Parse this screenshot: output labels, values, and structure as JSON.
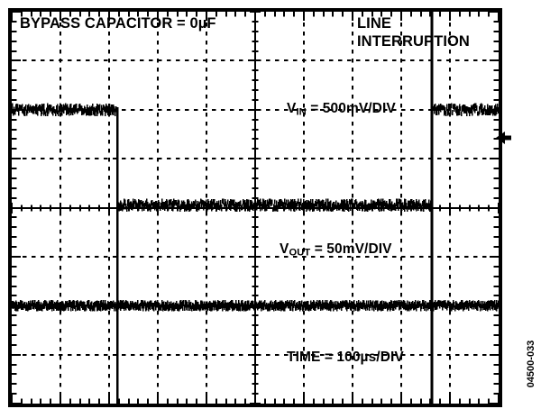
{
  "figure": {
    "id_label": "04500-033",
    "title_left": "BYPASS CAPACITOR = 0µF",
    "title_right_line1": "LINE",
    "title_right_line2": "INTERRUPTION"
  },
  "annotations": {
    "vin_prefix": "V",
    "vin_subscript": "IN",
    "vin_value": " = 500mV/DIV",
    "vout_prefix": "V",
    "vout_subscript": "OUT",
    "vout_value": " = 50mV/DIV",
    "time_label": "TIME = 100µs/DIV"
  },
  "scope": {
    "horizontal_divisions": 10,
    "vertical_divisions": 8,
    "timebase": "100µs/DIV",
    "channel_1_scale": "500mV/DIV",
    "channel_2_scale": "50mV/DIV",
    "trigger_marker": "left-arrow",
    "grid_color": "#000000",
    "trace_color": "#000000",
    "background_color": "#ffffff"
  },
  "chart_data": {
    "type": "line",
    "title": "BYPASS CAPACITOR = 0µF — LINE INTERRUPTION",
    "xlabel": "TIME = 100µs/DIV",
    "ylabel": "",
    "grid": true,
    "legend": "none",
    "x_divisions": 10,
    "y_divisions": 8,
    "xlim": [
      -5,
      5
    ],
    "x_unit": "div (100µs/div)",
    "series": [
      {
        "name": "V_IN",
        "scale": "500mV/DIV",
        "baseline_div": 2.0,
        "description": "Input supply drops out for ~6.4 divisions (~640µs) then recovers",
        "points_div": [
          {
            "x": -5.0,
            "y": 2.0
          },
          {
            "x": -2.83,
            "y": 2.0
          },
          {
            "x": -2.83,
            "y": 0.05
          },
          {
            "x": 3.63,
            "y": 0.05
          },
          {
            "x": 3.63,
            "y": 2.0
          },
          {
            "x": 5.0,
            "y": 2.0
          }
        ],
        "noise_amplitude_div": 0.09
      },
      {
        "name": "V_OUT",
        "scale": "50mV/DIV",
        "baseline_div": -2.0,
        "description": "Output stays flat apart from narrow transient spikes at each supply edge",
        "points_div": [
          {
            "x": -5.0,
            "y": -2.0
          },
          {
            "x": -2.83,
            "y": -2.0
          },
          {
            "x": -2.83,
            "y": 1.3
          },
          {
            "x": -2.83,
            "y": -4.0
          },
          {
            "x": -2.83,
            "y": -2.0
          },
          {
            "x": 3.63,
            "y": -2.0
          },
          {
            "x": 3.63,
            "y": 4.0
          },
          {
            "x": 3.63,
            "y": -4.0
          },
          {
            "x": 3.63,
            "y": -2.0
          },
          {
            "x": 5.0,
            "y": -2.0
          }
        ],
        "noise_amplitude_div": 0.06,
        "spike_x_div": [
          -2.83,
          3.63
        ]
      }
    ]
  }
}
